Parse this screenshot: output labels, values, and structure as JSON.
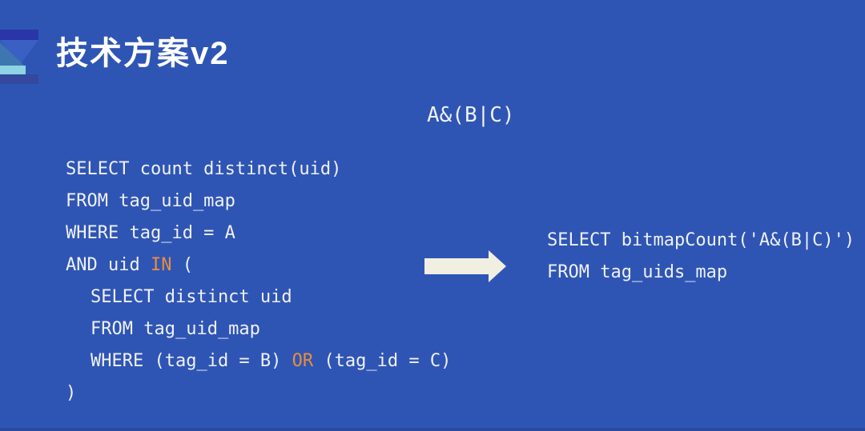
{
  "colors": {
    "background": "#2f55b4",
    "title_text": "#ffffff",
    "code_text": "#eef1f6",
    "keyword_orange": "#e78d3e",
    "arrow_fill": "#f1efe2",
    "logo_navy": "#2a35a8",
    "logo_blue": "#3b60c4",
    "logo_teal": "#3e78b0",
    "logo_cyan": "#8ed4e4",
    "logo_bottom_bar": "#34489d",
    "bottom_strip": "#2a4aa0"
  },
  "header": {
    "title": "技术方案v2",
    "logo_icon": "hourglass-triangle-logo"
  },
  "expression_label": "A&(B|C)",
  "left_code": {
    "lines": [
      {
        "indent": false,
        "segments": [
          {
            "t": "SELECT count distinct(uid)"
          }
        ]
      },
      {
        "indent": false,
        "segments": [
          {
            "t": "FROM tag_uid_map"
          }
        ]
      },
      {
        "indent": false,
        "segments": [
          {
            "t": "WHERE tag_id = A"
          }
        ]
      },
      {
        "indent": false,
        "segments": [
          {
            "t": "AND uid "
          },
          {
            "t": "IN",
            "c": "kw"
          },
          {
            "t": " ("
          }
        ]
      },
      {
        "indent": true,
        "segments": [
          {
            "t": "SELECT distinct uid"
          }
        ]
      },
      {
        "indent": true,
        "segments": [
          {
            "t": "FROM tag_uid_map"
          }
        ]
      },
      {
        "indent": true,
        "segments": [
          {
            "t": "WHERE (tag_id = B) "
          },
          {
            "t": "OR",
            "c": "kw"
          },
          {
            "t": " (tag_id = C)"
          }
        ]
      },
      {
        "indent": false,
        "segments": [
          {
            "t": ")"
          }
        ]
      }
    ]
  },
  "arrow": {
    "icon": "right-arrow"
  },
  "right_code": {
    "lines": [
      {
        "indent": false,
        "segments": [
          {
            "t": "SELECT bitmapCount('A&(B|C)')"
          }
        ]
      },
      {
        "indent": false,
        "segments": [
          {
            "t": "FROM tag_uids_map"
          }
        ]
      }
    ]
  }
}
